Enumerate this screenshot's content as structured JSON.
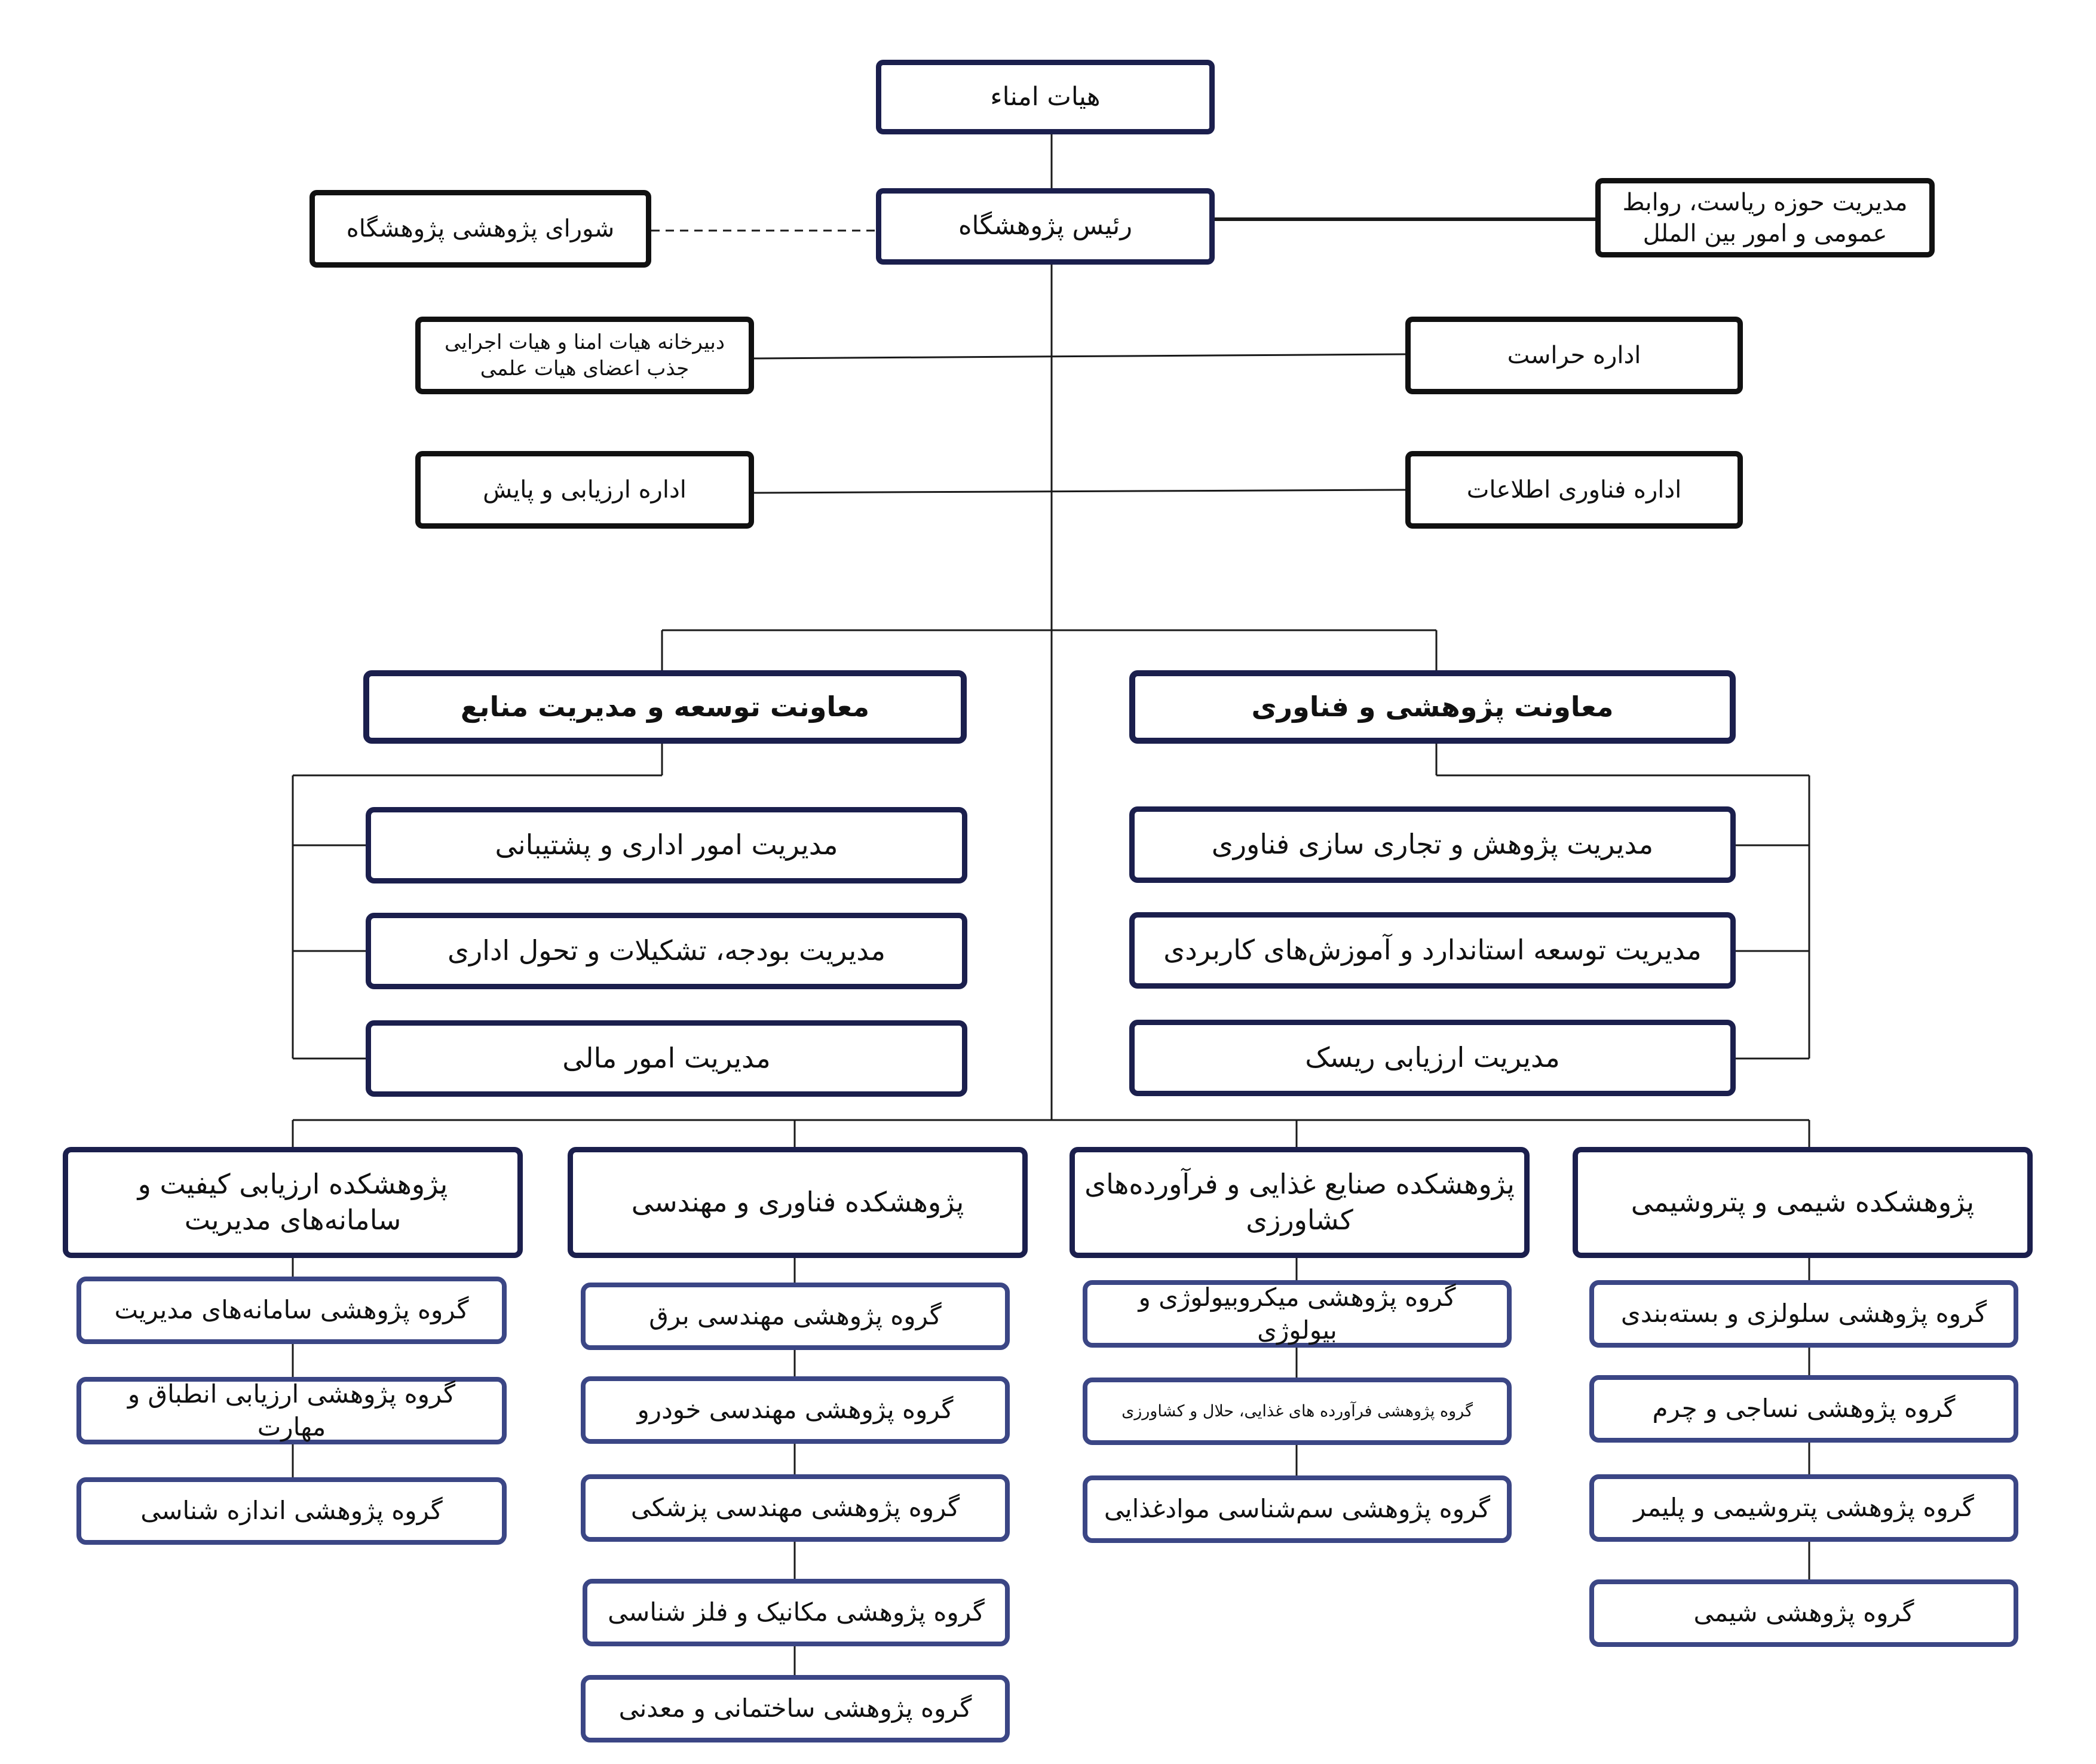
{
  "board_of_trustees": "هیات امناء",
  "president": "رئیس پژوهشگاه",
  "research_council": "شورای پژوهشی پژوهشگاه",
  "presidency_management": "مدیریت حوزه ریاست، روابط عمومی و امور بین الملل",
  "secretariat": "دبیرخانه هیات امنا و هیات اجرایی جذب اعضای هیات علمی",
  "security_office": "اداره حراست",
  "evaluation_office": "اداره ارزیابی و پایش",
  "it_office": "اداره فناوری اطلاعات",
  "vp_development": {
    "title": "معاونت توسعه و مدیریت منابع",
    "units": [
      "مدیریت امور اداری و پشتیبانی",
      "مدیریت بودجه، تشکیلات و تحول اداری",
      "مدیریت امور مالی"
    ]
  },
  "vp_research": {
    "title": "معاونت پژوهشی و فناوری",
    "units": [
      "مدیریت پژوهش و تجاری سازی فناوری",
      "مدیریت توسعه استاندارد و آموزش‌های کاربردی",
      "مدیریت ارزیابی ریسک"
    ]
  },
  "institutes": [
    {
      "title": "پژوهشکده ارزیابی کیفیت و سامانه‌های مدیریت",
      "groups": [
        "گروه پژوهشی سامانه‌های مدیریت",
        "گروه پژوهشی ارزیابی انطباق و مهارت",
        "گروه پژوهشی اندازه شناسی"
      ]
    },
    {
      "title": "پژوهشکده فناوری و مهندسی",
      "groups": [
        "گروه پژوهشی مهندسی برق",
        "گروه پژوهشی مهندسی خودرو",
        "گروه پژوهشی مهندسی پزشکی",
        "گروه پژوهشی مکانیک و فلز شناسی",
        "گروه پژوهشی ساختمانی و معدنی"
      ]
    },
    {
      "title": "پژوهشکده صنایع غذایی و فرآورده‌های کشاورزی",
      "groups": [
        "گروه پژوهشی میکروبیولوژی و بیولوژی",
        "گروه پژوهشی فرآورده های غذایی، حلال و کشاورزی",
        "گروه پژوهشی سم‌شناسی موادغذایی"
      ]
    },
    {
      "title": "پژوهشکده شیمی و پتروشیمی",
      "groups": [
        "گروه پژوهشی سلولزی و بسته‌بندی",
        "گروه پژوهشی نساجی و چرم",
        "گروه پژوهشی پتروشیمی و پلیمر",
        "گروه پژوهشی شیمی"
      ]
    }
  ]
}
